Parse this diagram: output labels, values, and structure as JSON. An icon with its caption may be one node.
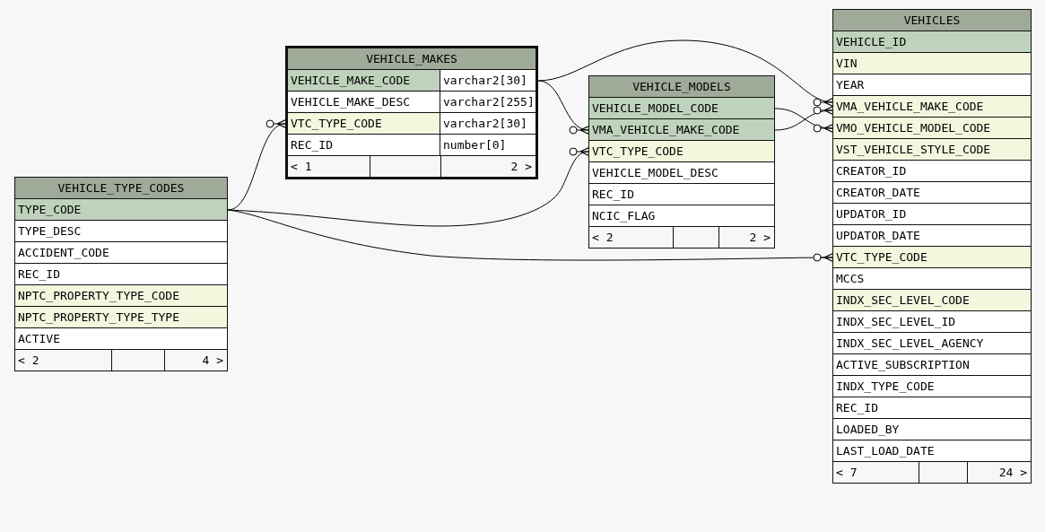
{
  "diagram": {
    "nodes": [
      {
        "text": [
          "VEHICLE_TYPE_CODES"
        ]
      },
      {
        "text": [
          "TYPE_CODE"
        ],
        "in": 0
      },
      {
        "text": [
          "TYPE_DESC"
        ],
        "in": 0
      },
      {
        "text": [
          "ACCIDENT_CODE"
        ],
        "in": 0
      },
      {
        "text": [
          "REC_ID"
        ],
        "in": 0
      },
      {
        "text": [
          "NPTC_PROPERTY_TYPE_CODE"
        ],
        "in": 0
      },
      {
        "text": [
          "NPTC_PROPERTY_TYPE_TYPE"
        ],
        "in": 0
      },
      {
        "text": [
          "ACTIVE"
        ],
        "in": 0
      },
      {
        "text": [
          "< 2",
          "4 >"
        ],
        "in": 0
      },
      {
        "text": [
          "VEHICLE_MAKES"
        ]
      },
      {
        "text": [
          "VEHICLE_MAKE_CODE",
          "varchar2[30]"
        ],
        "in": 9
      },
      {
        "text": [
          "VEHICLE_MAKE_DESC",
          "varchar2[255]"
        ],
        "in": 9
      },
      {
        "text": [
          "VTC_TYPE_CODE",
          "varchar2[30]"
        ],
        "in": 9
      },
      {
        "text": [
          "REC_ID",
          "number[0]"
        ],
        "in": 9
      },
      {
        "text": [
          "< 1",
          "2 >"
        ],
        "in": 9
      },
      {
        "text": [
          "VEHICLE_MODELS"
        ]
      },
      {
        "text": [
          "VEHICLE_MODEL_CODE"
        ],
        "in": 15
      },
      {
        "text": [
          "VMA_VEHICLE_MAKE_CODE"
        ],
        "in": 15
      },
      {
        "text": [
          "VTC_TYPE_CODE"
        ],
        "in": 15
      },
      {
        "text": [
          "VEHICLE_MODEL_DESC"
        ],
        "in": 15
      },
      {
        "text": [
          "REC_ID"
        ],
        "in": 15
      },
      {
        "text": [
          "NCIC_FLAG"
        ],
        "in": 15
      },
      {
        "text": [
          "< 2",
          "2 >"
        ],
        "in": 15
      },
      {
        "text": [
          "VEHICLES"
        ]
      },
      {
        "text": [
          "VEHICLE_ID"
        ],
        "in": 23
      },
      {
        "text": [
          "VIN"
        ],
        "in": 23
      },
      {
        "text": [
          "YEAR"
        ],
        "in": 23
      },
      {
        "text": [
          "VMA_VEHICLE_MAKE_CODE"
        ],
        "in": 23
      },
      {
        "text": [
          "VMO_VEHICLE_MODEL_CODE"
        ],
        "in": 23
      },
      {
        "text": [
          "VST_VEHICLE_STYLE_CODE"
        ],
        "in": 23
      },
      {
        "text": [
          "CREATOR_ID"
        ],
        "in": 23
      },
      {
        "text": [
          "CREATOR_DATE"
        ],
        "in": 23
      },
      {
        "text": [
          "UPDATOR_ID"
        ],
        "in": 23
      },
      {
        "text": [
          "UPDATOR_DATE"
        ],
        "in": 23
      },
      {
        "text": [
          "VTC_TYPE_CODE"
        ],
        "in": 23
      },
      {
        "text": [
          "MCCS"
        ],
        "in": 23
      },
      {
        "text": [
          "INDX_SEC_LEVEL_CODE"
        ],
        "in": 23
      },
      {
        "text": [
          "INDX_SEC_LEVEL_ID"
        ],
        "in": 23
      },
      {
        "text": [
          "INDX_SEC_LEVEL_AGENCY"
        ],
        "in": 23
      },
      {
        "text": [
          "ACTIVE_SUBSCRIPTION"
        ],
        "in": 23
      },
      {
        "text": [
          "INDX_TYPE_CODE"
        ],
        "in": 23
      },
      {
        "text": [
          "REC_ID"
        ],
        "in": 23
      },
      {
        "text": [
          "LOADED_BY"
        ],
        "in": 23
      },
      {
        "text": [
          "LAST_LOAD_DATE"
        ],
        "in": 23
      },
      {
        "text": [
          "< 7",
          "24 >"
        ],
        "in": 23
      }
    ],
    "edges": [
      {
        "from": 1,
        "to": 12,
        "arrow": "other"
      },
      {
        "from": 1,
        "to": 18,
        "arrow": "other"
      },
      {
        "from": 1,
        "to": 34,
        "arrow": "other"
      },
      {
        "from": 10,
        "to": 17,
        "arrow": "other"
      },
      {
        "from": 10,
        "to": 27,
        "arrow": "other"
      },
      {
        "from": 16,
        "to": 28,
        "arrow": "other"
      },
      {
        "from": 17,
        "to": 27,
        "arrow": "other"
      }
    ]
  }
}
